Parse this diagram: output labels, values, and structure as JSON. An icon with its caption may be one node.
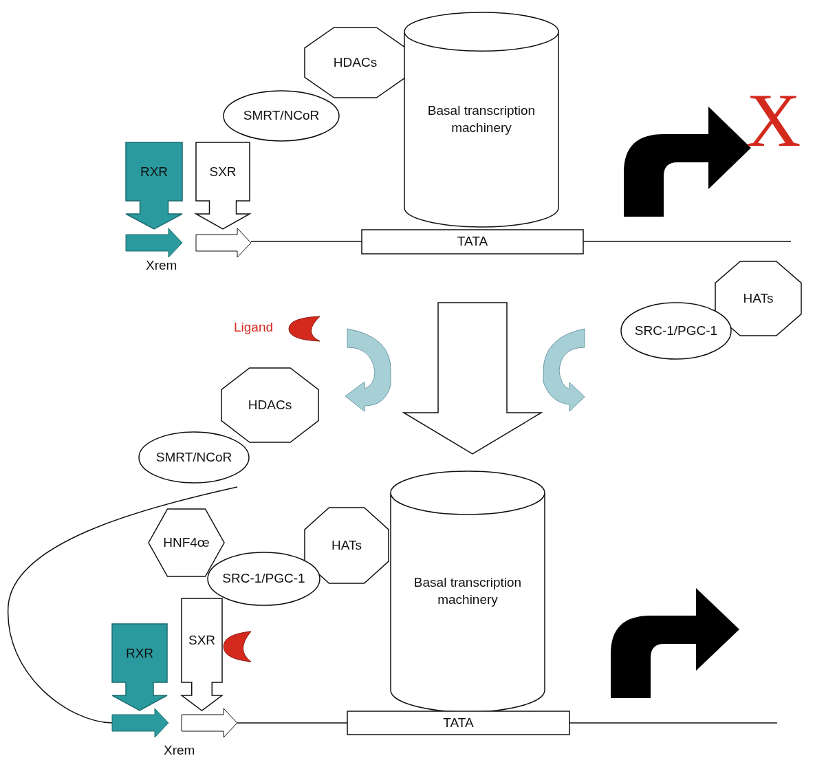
{
  "diagram": {
    "nodes": [
      {
        "text": [
          "HDACs"
        ]
      },
      {
        "text": [
          "SMRT/NCoR"
        ]
      },
      {
        "text": [
          "Basal transcription machinery"
        ]
      },
      {
        "text": [
          "RXR"
        ]
      },
      {
        "text": [
          "SXR"
        ]
      },
      {
        "text": [
          "TATA"
        ]
      },
      {
        "text": [
          "HATs"
        ]
      },
      {
        "text": [
          "SRC-1/PGC-1"
        ]
      },
      {
        "text": [
          "HDACs"
        ]
      },
      {
        "text": [
          "SMRT/NCoR"
        ]
      },
      {
        "text": [
          "HNF4œ"
        ]
      },
      {
        "text": [
          "HATs"
        ]
      },
      {
        "text": [
          "SRC-1/PGC-1"
        ]
      },
      {
        "text": [
          "Basal transcription machinery"
        ]
      },
      {
        "text": [
          "RXR"
        ]
      },
      {
        "text": [
          "SXR"
        ]
      },
      {
        "text": [
          "TATA"
        ]
      }
    ],
    "labels": [
      "X",
      "Xrem",
      "Ligand",
      "Xrem"
    ]
  }
}
